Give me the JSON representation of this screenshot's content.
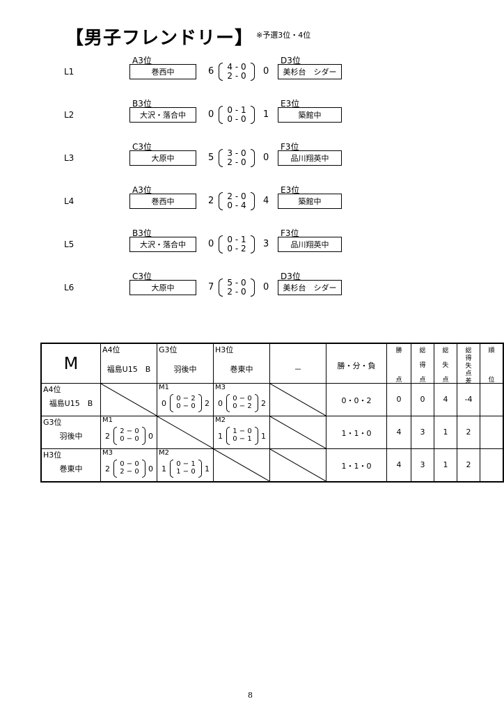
{
  "title": "【男子フレンドリー】",
  "note": "※予選3位・4位",
  "matches": [
    {
      "id": "L1",
      "seed_left": "A3位",
      "team_left": "巻西中",
      "score_left": "6",
      "half1": "4 - 0",
      "half2": "2 - 0",
      "score_right": "0",
      "seed_right": "D3位",
      "team_right": "美杉台　シダー"
    },
    {
      "id": "L2",
      "seed_left": "B3位",
      "team_left": "大沢・落合中",
      "score_left": "0",
      "half1": "0 - 1",
      "half2": "0 - 0",
      "score_right": "1",
      "seed_right": "E3位",
      "team_right": "築館中"
    },
    {
      "id": "L3",
      "seed_left": "C3位",
      "team_left": "大原中",
      "score_left": "5",
      "half1": "3 - 0",
      "half2": "2 - 0",
      "score_right": "0",
      "seed_right": "F3位",
      "team_right": "品川翔英中"
    },
    {
      "id": "L4",
      "seed_left": "A3位",
      "team_left": "巻西中",
      "score_left": "2",
      "half1": "2 - 0",
      "half2": "0 - 4",
      "score_right": "4",
      "seed_right": "E3位",
      "team_right": "築館中"
    },
    {
      "id": "L5",
      "seed_left": "B3位",
      "team_left": "大沢・落合中",
      "score_left": "0",
      "half1": "0 - 1",
      "half2": "0 - 2",
      "score_right": "3",
      "seed_right": "F3位",
      "team_right": "品川翔英中"
    },
    {
      "id": "L6",
      "seed_left": "C3位",
      "team_left": "大原中",
      "score_left": "7",
      "half1": "5 - 0",
      "half2": "2 - 0",
      "score_right": "0",
      "seed_right": "D3位",
      "team_right": "美杉台　シダー"
    }
  ],
  "league": {
    "name": "M",
    "columns": [
      {
        "seed": "A4位",
        "team": "福島U15　B"
      },
      {
        "seed": "G3位",
        "team": "羽後中"
      },
      {
        "seed": "H3位",
        "team": "巻東中"
      },
      {
        "seed": "",
        "team": "－"
      }
    ],
    "record_header": "勝・分・負",
    "stat_headers": [
      [
        "勝",
        "点"
      ],
      [
        "総",
        "得",
        "点"
      ],
      [
        "総",
        "失",
        "点"
      ],
      [
        "総",
        "得",
        "失",
        "点",
        "差"
      ],
      [
        "順",
        "位"
      ]
    ],
    "rows": [
      {
        "seed": "A4位",
        "team": "福島U15　B",
        "cells": [
          null,
          {
            "match": "M1",
            "left": "0",
            "h1": "0 − 2",
            "h2": "0 − 0",
            "right": "2"
          },
          {
            "match": "M3",
            "left": "0",
            "h1": "0 − 0",
            "h2": "0 − 2",
            "right": "2"
          },
          null
        ],
        "record": "0・0・2",
        "points": "0",
        "goals_for": "0",
        "goals_against": "4",
        "diff": "-4",
        "rank": ""
      },
      {
        "seed": "G3位",
        "team": "羽後中",
        "cells": [
          {
            "match": "M1",
            "left": "2",
            "h1": "2 − 0",
            "h2": "0 − 0",
            "right": "0"
          },
          null,
          {
            "match": "M2",
            "left": "1",
            "h1": "1 − 0",
            "h2": "0 − 1",
            "right": "1"
          },
          null
        ],
        "record": "1・1・0",
        "points": "4",
        "goals_for": "3",
        "goals_against": "1",
        "diff": "2",
        "rank": ""
      },
      {
        "seed": "H3位",
        "team": "巻東中",
        "cells": [
          {
            "match": "M3",
            "left": "2",
            "h1": "0 − 0",
            "h2": "2 − 0",
            "right": "0"
          },
          {
            "match": "M2",
            "left": "1",
            "h1": "0 − 1",
            "h2": "1 − 0",
            "right": "1"
          },
          null,
          null
        ],
        "record": "1・1・0",
        "points": "4",
        "goals_for": "3",
        "goals_against": "1",
        "diff": "2",
        "rank": ""
      }
    ]
  },
  "page_number": "8"
}
